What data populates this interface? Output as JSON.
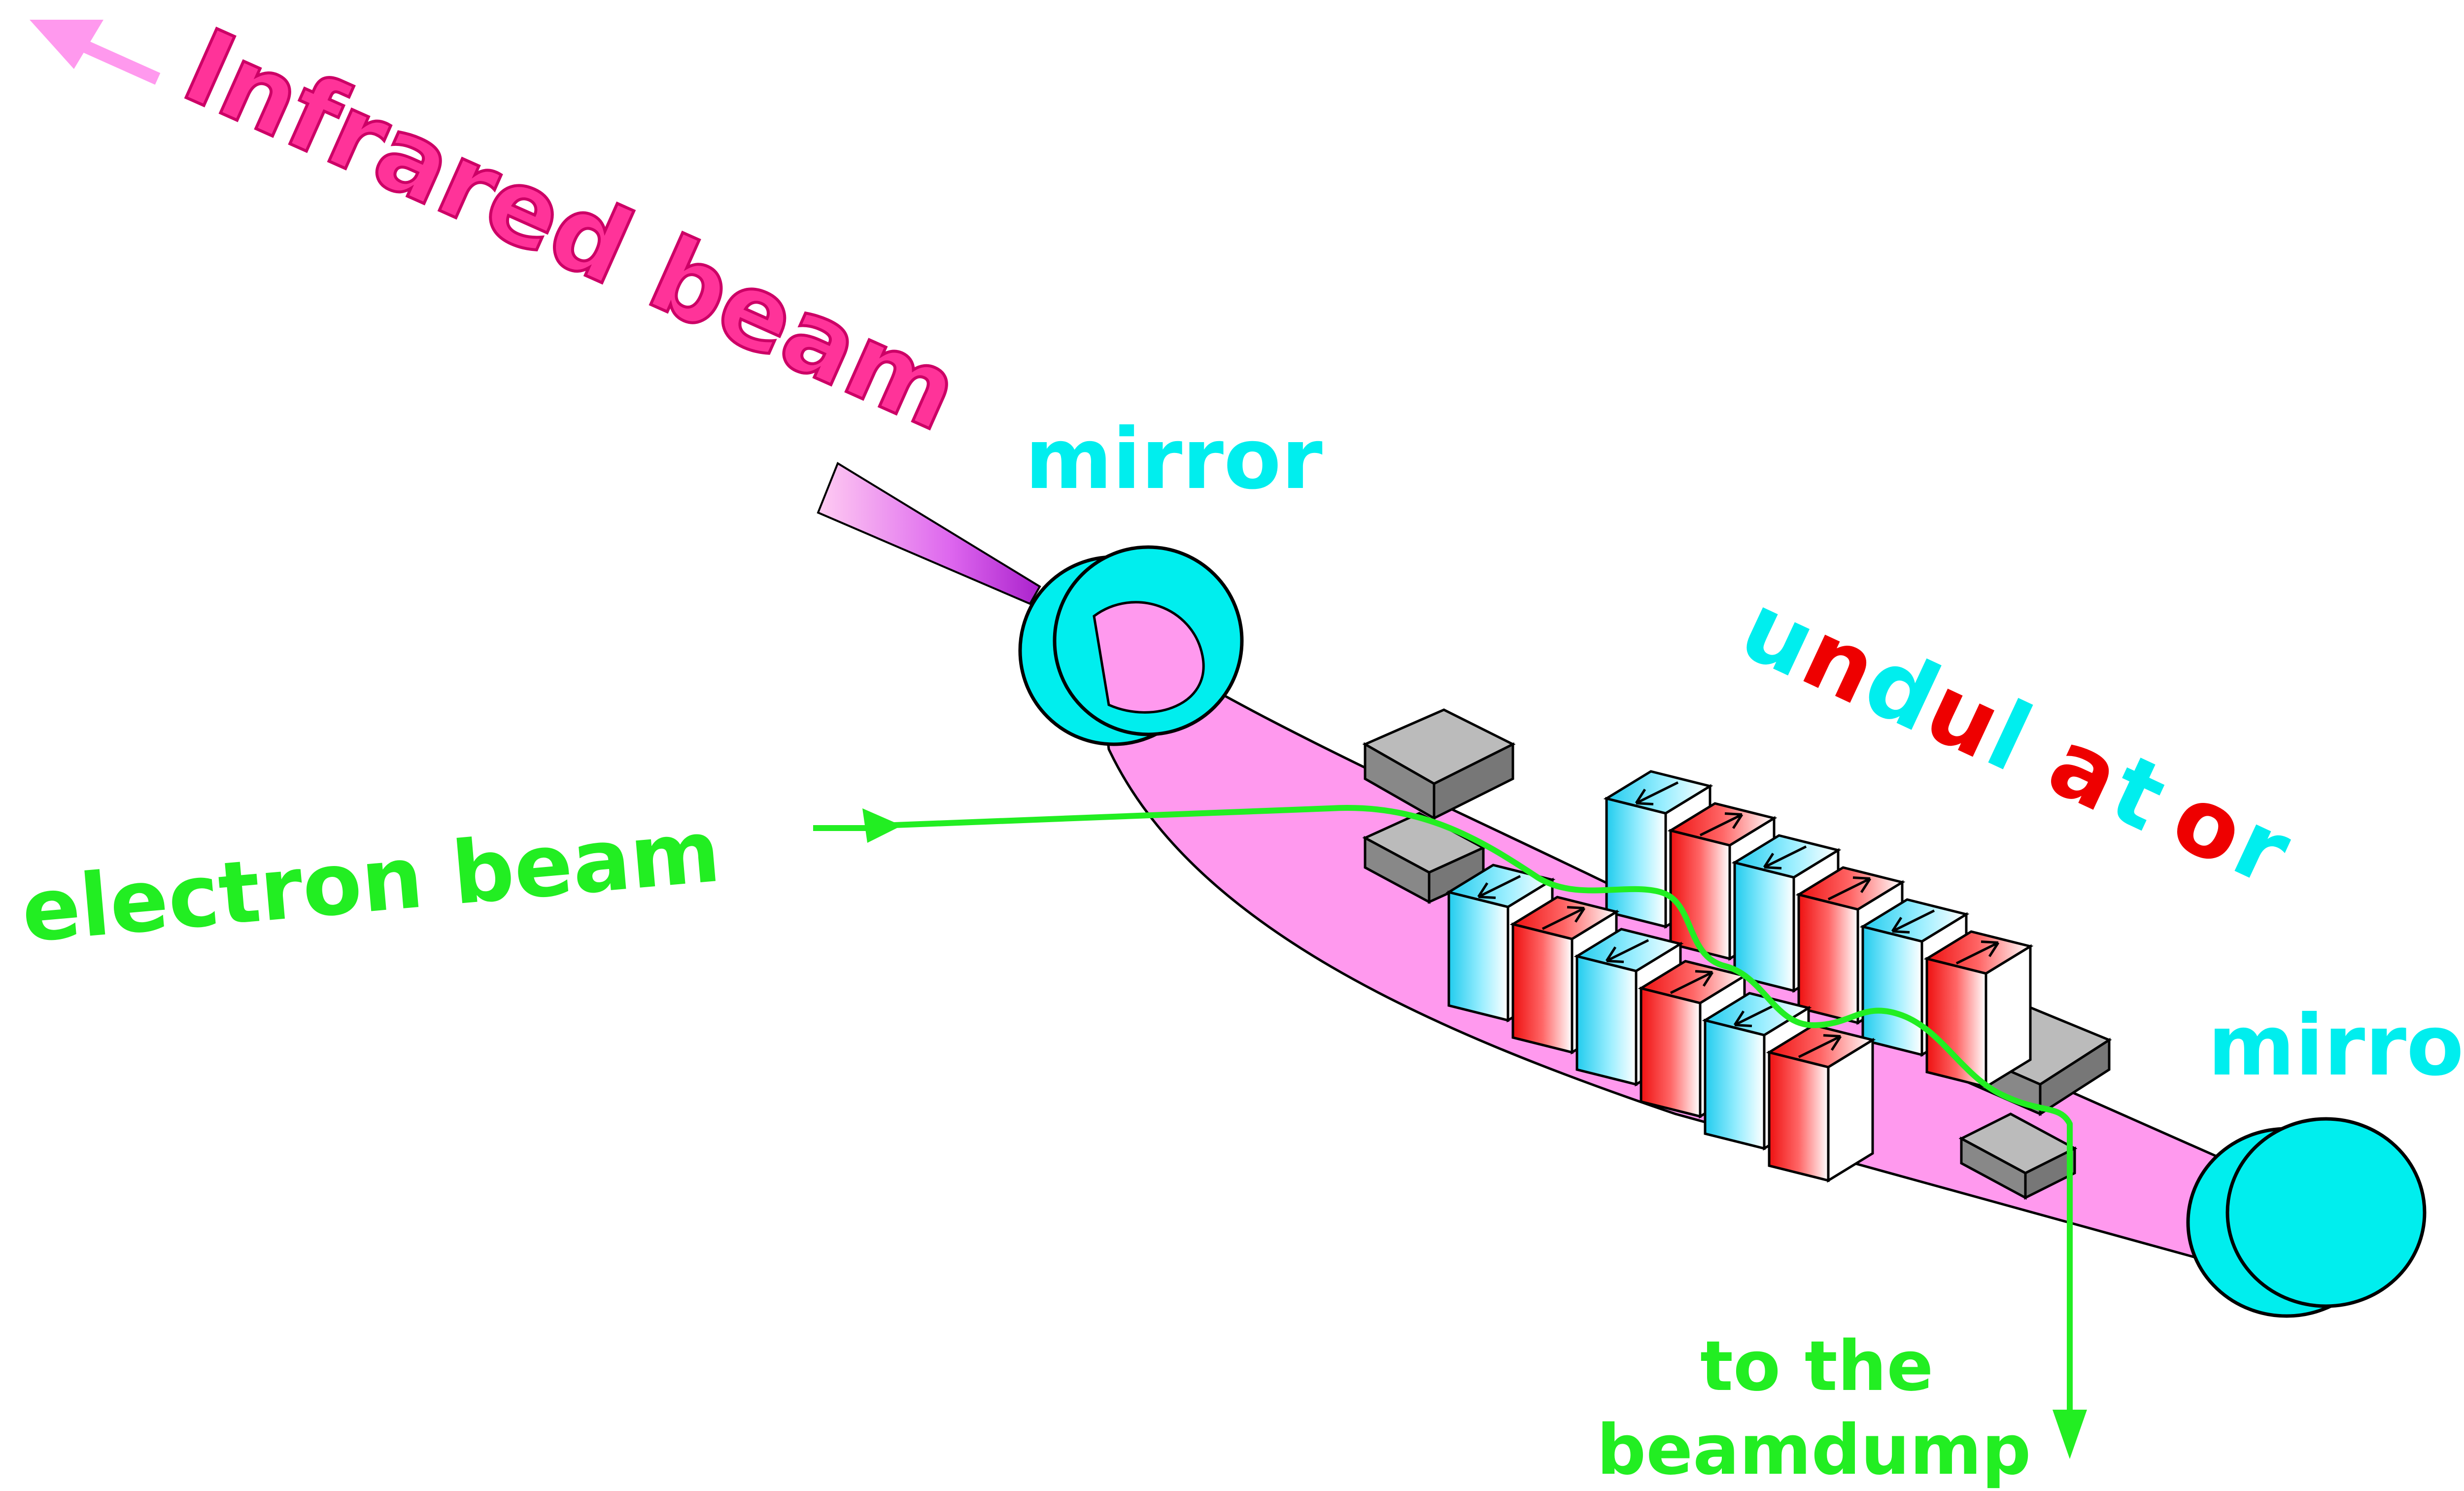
{
  "labels": {
    "infrared_beam": "Infrared beam",
    "mirror_left": "mirror",
    "mirror_right": "mirror",
    "undulator_letters": [
      "u",
      "n",
      "d",
      "u",
      "l",
      "a",
      "t",
      "o",
      "r"
    ],
    "electron_beam": "electron beam",
    "dump_line1": "to the",
    "dump_line2": "beamdump"
  },
  "colors": {
    "infrared": "#ff66cc",
    "infrared_text": "#ff3399",
    "beam_fill": "#ff99ee",
    "mirror": "#00eeee",
    "electron": "#22ee22",
    "magnet_red": "#ee1111",
    "magnet_blue": "#22ccee",
    "quad": "#999999",
    "cyan_text": "#00eeee",
    "red_text": "#ee0000"
  },
  "undulator_letter_colors": [
    "cyan",
    "red",
    "cyan",
    "red",
    "cyan",
    "red",
    "cyan",
    "red",
    "cyan"
  ],
  "icons": {
    "magnet_arrows": [
      "up-arrow-icon",
      "down-arrow-icon"
    ]
  }
}
